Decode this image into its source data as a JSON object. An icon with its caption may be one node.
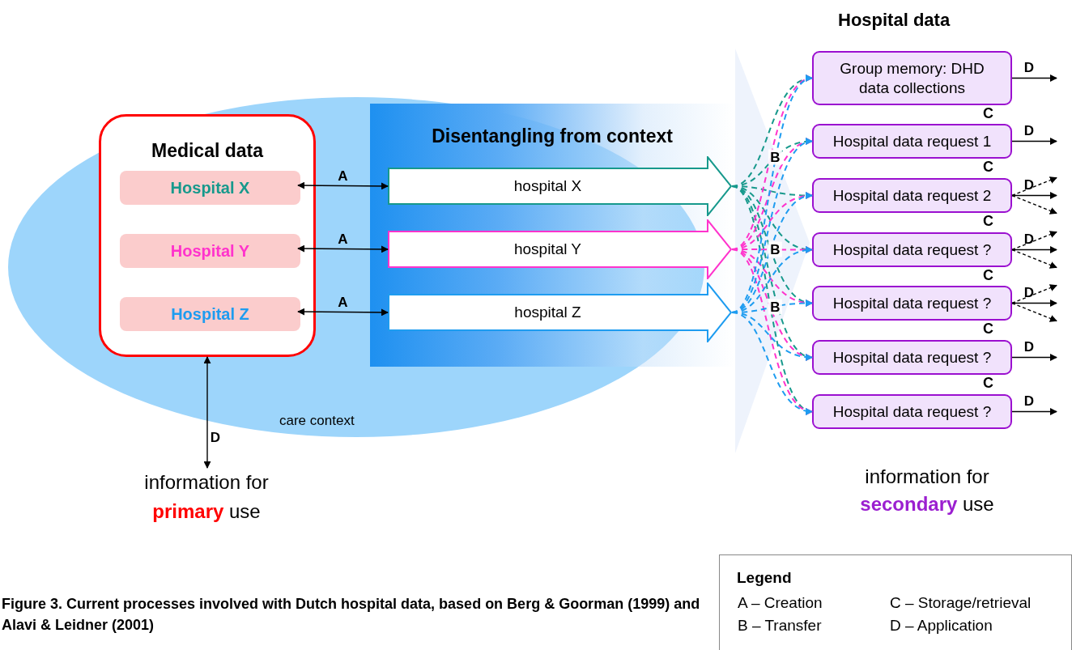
{
  "diagram": {
    "caption": "Figure 3. Current processes involved with Dutch hospital data, based on Berg & Goorman (1999) and Alavi & Leidner (2001)",
    "nodes": [
      {
        "text": [
          "care context"
        ]
      },
      {
        "text": [
          "Medical data"
        ],
        "in": 0
      },
      {
        "text": [
          "Hospital X"
        ],
        "in": 1
      },
      {
        "text": [
          "Hospital Y"
        ],
        "in": 1
      },
      {
        "text": [
          "Hospital Z"
        ],
        "in": 1
      },
      {
        "text": [
          "Disentangling from context"
        ]
      },
      {
        "text": [
          "hospital X"
        ],
        "in": 5
      },
      {
        "text": [
          "hospital Y"
        ],
        "in": 5
      },
      {
        "text": [
          "hospital Z"
        ],
        "in": 5
      },
      {
        "text": [
          "Group memory: DHD data collections"
        ]
      },
      {
        "text": [
          "Hospital data request 1"
        ]
      },
      {
        "text": [
          "Hospital data request 2"
        ]
      },
      {
        "text": [
          "Hospital data request ?"
        ]
      },
      {
        "text": [
          "Hospital data request ?"
        ]
      },
      {
        "text": [
          "Hospital data request ?"
        ]
      },
      {
        "text": [
          "Hospital data request ?"
        ]
      },
      {
        "text": [
          "information for **primary** use"
        ]
      }
    ],
    "edges": [
      {
        "from": 2,
        "to": 6,
        "arrow": "both",
        "label": "A"
      },
      {
        "from": 3,
        "to": 7,
        "arrow": "both",
        "label": "A"
      },
      {
        "from": 4,
        "to": 8,
        "arrow": "both",
        "label": "A"
      },
      {
        "from": 1,
        "to": 16,
        "arrow": "both",
        "label": "D"
      },
      {
        "from": 6,
        "to": 9,
        "arrow": "to",
        "style": "dashed",
        "color": "#17998c"
      },
      {
        "from": 6,
        "to": 10,
        "arrow": "to",
        "style": "dashed",
        "color": "#17998c",
        "label": "B"
      },
      {
        "from": 6,
        "to": 11,
        "arrow": "to",
        "style": "dashed",
        "color": "#17998c"
      },
      {
        "from": 6,
        "to": 12,
        "arrow": "to",
        "style": "dashed",
        "color": "#17998c"
      },
      {
        "from": 6,
        "to": 13,
        "arrow": "to",
        "style": "dashed",
        "color": "#17998c"
      },
      {
        "from": 6,
        "to": 14,
        "arrow": "to",
        "style": "dashed",
        "color": "#17998c"
      },
      {
        "from": 6,
        "to": 15,
        "arrow": "to",
        "style": "dashed",
        "color": "#17998c"
      },
      {
        "from": 7,
        "to": 9,
        "arrow": "to",
        "style": "dashed",
        "color": "#ff33cc"
      },
      {
        "from": 7,
        "to": 10,
        "arrow": "to",
        "style": "dashed",
        "color": "#ff33cc"
      },
      {
        "from": 7,
        "to": 11,
        "arrow": "to",
        "style": "dashed",
        "color": "#ff33cc"
      },
      {
        "from": 7,
        "to": 12,
        "arrow": "to",
        "style": "dashed",
        "color": "#ff33cc",
        "label": "B"
      },
      {
        "from": 7,
        "to": 13,
        "arrow": "to",
        "style": "dashed",
        "color": "#ff33cc"
      },
      {
        "from": 7,
        "to": 14,
        "arrow": "to",
        "style": "dashed",
        "color": "#ff33cc"
      },
      {
        "from": 7,
        "to": 15,
        "arrow": "to",
        "style": "dashed",
        "color": "#ff33cc"
      },
      {
        "from": 8,
        "to": 9,
        "arrow": "to",
        "style": "dashed",
        "color": "#1e9cf0"
      },
      {
        "from": 8,
        "to": 10,
        "arrow": "to",
        "style": "dashed",
        "color": "#1e9cf0"
      },
      {
        "from": 8,
        "to": 11,
        "arrow": "to",
        "style": "dashed",
        "color": "#1e9cf0"
      },
      {
        "from": 8,
        "to": 12,
        "arrow": "to",
        "style": "dashed",
        "color": "#1e9cf0"
      },
      {
        "from": 8,
        "to": 13,
        "arrow": "to",
        "style": "dashed",
        "color": "#1e9cf0",
        "label": "B"
      },
      {
        "from": 8,
        "to": 14,
        "arrow": "to",
        "style": "dashed",
        "color": "#1e9cf0"
      },
      {
        "from": 8,
        "to": 15,
        "arrow": "to",
        "style": "dashed",
        "color": "#1e9cf0"
      },
      {
        "from": 9,
        "to": null,
        "arrow": "to",
        "label": "D"
      },
      {
        "from": 10,
        "to": null,
        "arrow": "to",
        "label": "D"
      },
      {
        "from": 11,
        "to": null,
        "arrow": "to",
        "label": "D"
      },
      {
        "from": 11,
        "to": null,
        "arrow": "to",
        "style": "dashed"
      },
      {
        "from": 11,
        "to": null,
        "arrow": "to",
        "style": "dashed"
      },
      {
        "from": 12,
        "to": null,
        "arrow": "to",
        "label": "D"
      },
      {
        "from": 12,
        "to": null,
        "arrow": "to",
        "style": "dashed"
      },
      {
        "from": 12,
        "to": null,
        "arrow": "to",
        "style": "dashed"
      },
      {
        "from": 13,
        "to": null,
        "arrow": "to",
        "label": "D"
      },
      {
        "from": 13,
        "to": null,
        "arrow": "to",
        "style": "dashed"
      },
      {
        "from": 13,
        "to": null,
        "arrow": "to",
        "style": "dashed"
      },
      {
        "from": 14,
        "to": null,
        "arrow": "to",
        "label": "D"
      },
      {
        "from": 15,
        "to": null,
        "arrow": "to",
        "label": "D"
      }
    ],
    "labels": [
      "Hospital data",
      "C",
      "C",
      "C",
      "C",
      "C",
      "C",
      "information for **secondary** use",
      "Legend"
    ],
    "legend": [
      {
        "text": "A – Creation"
      },
      {
        "text": "C – Storage/retrieval"
      },
      {
        "text": "B – Transfer"
      },
      {
        "text": "D – Application"
      }
    ]
  }
}
